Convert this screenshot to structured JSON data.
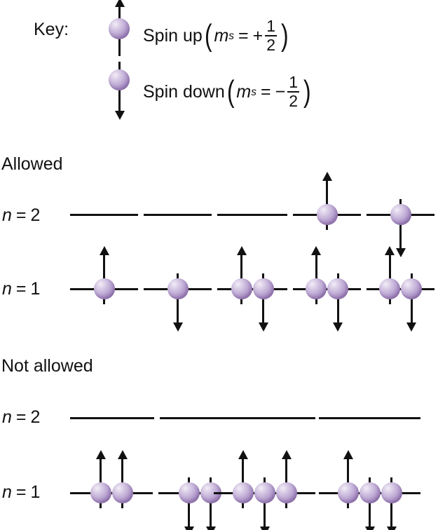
{
  "key": {
    "label": "Key:",
    "entries": [
      {
        "icon": "spin-up-electron-icon",
        "text_prefix": "Spin up",
        "symbol": "m",
        "symbol_sub": "s",
        "equals": "=",
        "sign": "+",
        "numerator": "1",
        "denominator": "2",
        "open_paren": "(",
        "close_paren": ")",
        "direction": "up"
      },
      {
        "icon": "spin-down-electron-icon",
        "text_prefix": "Spin down",
        "symbol": "m",
        "symbol_sub": "s",
        "equals": "=",
        "sign": "−",
        "numerator": "1",
        "denominator": "2",
        "open_paren": "(",
        "close_paren": ")",
        "direction": "down"
      }
    ]
  },
  "sections": [
    {
      "heading": "Allowed",
      "rows": [
        {
          "level_n": "n",
          "level_eq": "=",
          "level_value": "2",
          "columns": [
            {
              "electrons": []
            },
            {
              "electrons": []
            },
            {
              "electrons": []
            },
            {
              "electrons": [
                "up"
              ]
            },
            {
              "electrons": [
                "down"
              ]
            }
          ]
        },
        {
          "level_n": "n",
          "level_eq": "=",
          "level_value": "1",
          "columns": [
            {
              "electrons": [
                "up"
              ]
            },
            {
              "electrons": [
                "down"
              ]
            },
            {
              "electrons": [
                "up",
                "down"
              ]
            },
            {
              "electrons": [
                "up",
                "down"
              ]
            },
            {
              "electrons": [
                "up",
                "down"
              ]
            }
          ]
        }
      ]
    },
    {
      "heading": "Not allowed",
      "rows": [
        {
          "level_n": "n",
          "level_eq": "=",
          "level_value": "2",
          "columns": [
            {
              "electrons": []
            },
            {
              "electrons": []
            },
            {
              "electrons": []
            },
            {
              "electrons": []
            }
          ]
        },
        {
          "level_n": "n",
          "level_eq": "=",
          "level_value": "1",
          "columns": [
            {
              "electrons": [
                "up",
                "up"
              ]
            },
            {
              "electrons": [
                "down",
                "down"
              ]
            },
            {
              "electrons": [
                "up",
                "down",
                "up"
              ]
            },
            {
              "electrons": [
                "up",
                "down",
                "down"
              ]
            }
          ]
        }
      ]
    }
  ],
  "colors": {
    "ink": "#111111",
    "electron_light": "#e2d8ec",
    "electron_mid": "#b49ccd",
    "electron_dark": "#7d5f99",
    "background": "#ffffff"
  }
}
